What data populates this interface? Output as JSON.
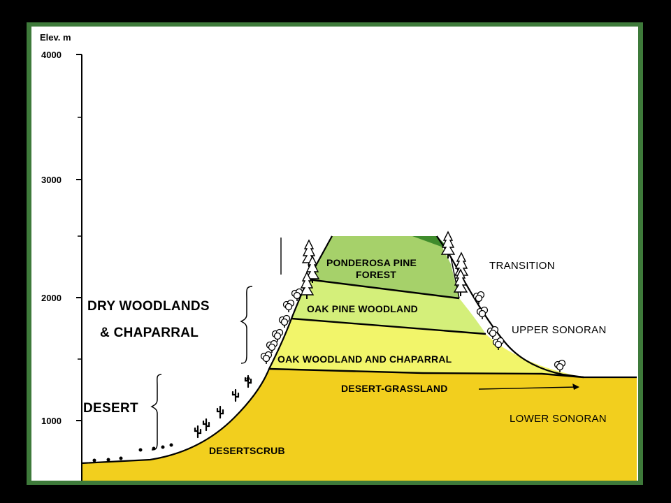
{
  "axis": {
    "label": "Elev. m",
    "ticks": [
      "4000",
      "3000",
      "2000",
      "1000"
    ]
  },
  "vegetation_zones": {
    "ponderosa_line1": "PONDEROSA PINE",
    "ponderosa_line2": "FOREST",
    "oak_pine": "OAK PINE  WOODLAND",
    "oak_chaparral": "OAK WOODLAND AND CHAPARRAL",
    "grassland": "DESERT-GRASSLAND",
    "desertscrub": "DESERTSCRUB"
  },
  "life_zones": {
    "transition": "TRANSITION",
    "upper_sonoran": "UPPER SONORAN",
    "lower_sonoran": "LOWER SONORAN"
  },
  "groups": {
    "dry_line1": "DRY WOODLANDS",
    "dry_line2": "& CHAPARRAL",
    "desert": "DESERT"
  },
  "colors": {
    "frame": "#3e7a3a",
    "desert_fill": "#f2cf1e",
    "chaparral_fill": "#f2f56a",
    "oak_pine_fill": "#d4ef7a",
    "ponderosa_fill": "#a6d16a",
    "upper_forest_fill": "#3f8c2c"
  }
}
